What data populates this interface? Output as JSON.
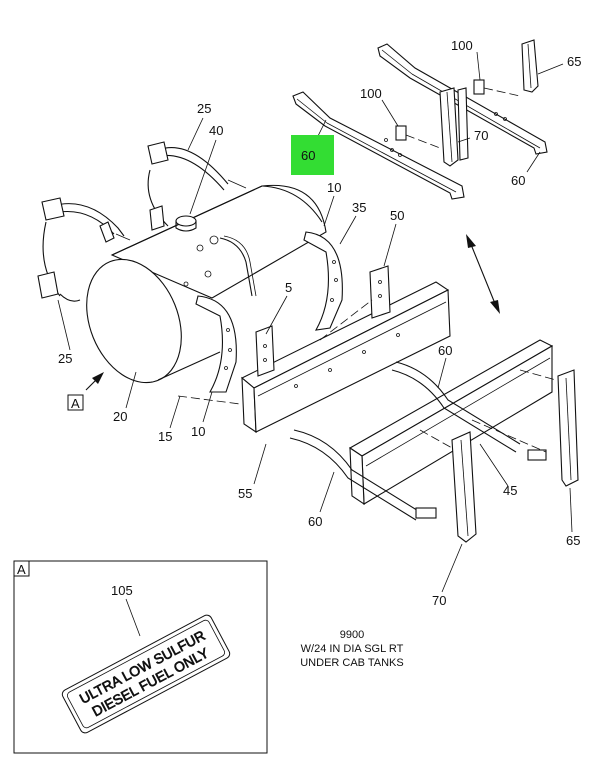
{
  "diagram": {
    "callouts": {
      "c100a": "100",
      "c65a": "65",
      "c100b": "100",
      "c70a": "70",
      "c60a": "60",
      "c60hl": "60",
      "c25a": "25",
      "c40": "40",
      "c10a": "10",
      "c35": "35",
      "c50": "50",
      "c5": "5",
      "c25b": "25",
      "c20": "20",
      "c15": "15",
      "c10b": "10",
      "c60b": "60",
      "c55": "55",
      "c60c": "60",
      "c45": "45",
      "c65b": "65",
      "c70b": "70",
      "c105": "105"
    },
    "view_marker": "A",
    "inset_marker": "A",
    "decal": {
      "line1": "ULTRA LOW SULFUR",
      "line2": "DIESEL FUEL ONLY"
    },
    "caption": {
      "line1": "9900",
      "line2": "W/24 IN DIA SGL RT",
      "line3": "UNDER CAB TANKS"
    },
    "highlight_color": "#33dd33"
  }
}
